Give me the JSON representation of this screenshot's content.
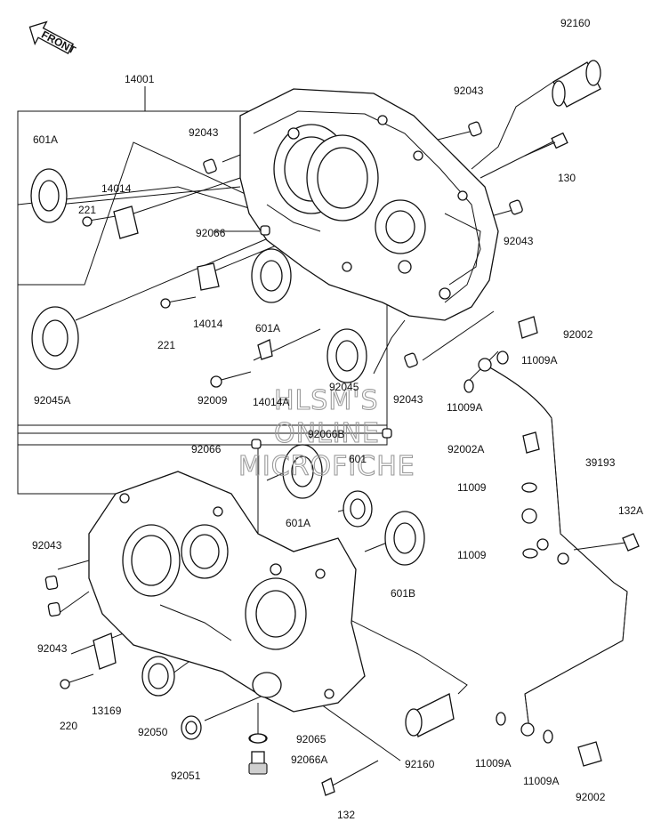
{
  "front_arrow": {
    "text": "FRONT"
  },
  "watermark": {
    "line1": "HLSM'S",
    "line2": "ONLINE",
    "line3": "MICROFICHE"
  },
  "labels": {
    "l14001": "14001",
    "l92160_top": "92160",
    "l92043_a": "92043",
    "l92043_b": "92043",
    "l601A_a": "601A",
    "l14014_a": "14014",
    "l221_a": "221",
    "l92066_a": "92066",
    "l130": "130",
    "l92043_c": "92043",
    "l14014_b": "14014",
    "l601A_b": "601A",
    "l221_b": "221",
    "l92045A": "92045A",
    "l92002_a": "92002",
    "l11009A_a": "11009A",
    "l92009": "92009",
    "l14014A": "14014A",
    "l92045": "92045",
    "l92043_d": "92043",
    "l11009A_b": "11009A",
    "l92066B": "92066B",
    "l92066_b": "92066",
    "l601": "601",
    "l92002A": "92002A",
    "l39193": "39193",
    "l11009_a": "11009",
    "l601A_c": "601A",
    "l132A": "132A",
    "l92043_e": "92043",
    "l11009_b": "11009",
    "l601B": "601B",
    "l92043_f": "92043",
    "l13169": "13169",
    "l220": "220",
    "l92050": "92050",
    "l92065": "92065",
    "l92066A": "92066A",
    "l92051": "92051",
    "l92160_b": "92160",
    "l11009A_c": "11009A",
    "l11009A_d": "11009A",
    "l92002_b": "92002",
    "l132": "132"
  }
}
